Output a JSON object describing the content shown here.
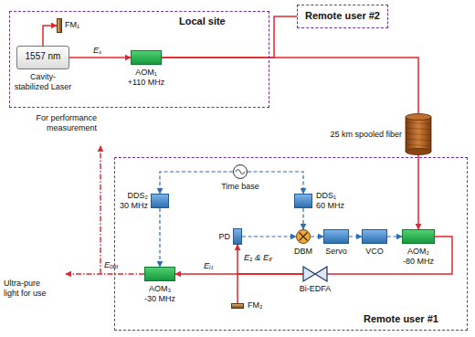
{
  "diagram": {
    "nodes": [
      {
        "text": [
          "Local site"
        ]
      },
      {
        "text": [
          "FM₁"
        ],
        "in": 0
      },
      {
        "text": [
          "1557 nm",
          "Cavity-stabilized Laser"
        ],
        "in": 0
      },
      {
        "text": [
          "AOM₁ +110 MHz"
        ],
        "in": 0
      },
      {
        "text": [
          "Remote user #2"
        ]
      },
      {
        "text": [
          "Remote user #1"
        ]
      },
      {
        "text": [
          "DDS₂ 30 MHz"
        ],
        "in": 5
      },
      {
        "text": [
          "Time base"
        ],
        "in": 5
      },
      {
        "text": [
          "DDS₁ 60 MHz"
        ],
        "in": 5
      },
      {
        "text": [
          "PD"
        ],
        "in": 5
      },
      {
        "text": [
          "DBM"
        ],
        "in": 5
      },
      {
        "text": [
          "Servo"
        ],
        "in": 5
      },
      {
        "text": [
          "VCO"
        ],
        "in": 5
      },
      {
        "text": [
          "AOM₂ -80 MHz"
        ],
        "in": 5
      },
      {
        "text": [
          "AOM₃ -30 MHz"
        ],
        "in": 5
      },
      {
        "text": [
          "Bi-EDFA"
        ],
        "in": 5
      },
      {
        "text": [
          "FM₂"
        ],
        "in": 5
      }
    ],
    "edges": [
      {
        "from": 2,
        "to": 1,
        "arrow": "to"
      },
      {
        "from": 2,
        "to": 3,
        "label": "Eₛ",
        "arrow": "to"
      },
      {
        "from": 3,
        "to": 4,
        "arrow": "none"
      },
      {
        "from": 3,
        "to": 13,
        "arrow": "to"
      },
      {
        "from": 7,
        "to": 6,
        "arrow": "to"
      },
      {
        "from": 7,
        "to": 8,
        "arrow": "to"
      },
      {
        "from": 6,
        "to": 14,
        "arrow": "to"
      },
      {
        "from": 8,
        "to": 10,
        "arrow": "to"
      },
      {
        "from": 9,
        "to": 10,
        "arrow": "to"
      },
      {
        "from": 10,
        "to": 11,
        "arrow": "to"
      },
      {
        "from": 11,
        "to": 12,
        "arrow": "to"
      },
      {
        "from": 12,
        "to": 13,
        "arrow": "to"
      },
      {
        "from": 13,
        "to": 15,
        "arrow": "none"
      },
      {
        "from": 15,
        "to": 9,
        "label": "E₁ & Eₜᵣ",
        "arrow": "to"
      },
      {
        "from": 15,
        "to": 14,
        "label": "Eᵢₜ",
        "arrow": "to"
      },
      {
        "from": 15,
        "to": 16,
        "arrow": "none"
      }
    ],
    "labels": [
      "25 km spooled fiber",
      "Eₒᵤₜ",
      "For performance measurement",
      "Ultra-pure light for use"
    ]
  }
}
